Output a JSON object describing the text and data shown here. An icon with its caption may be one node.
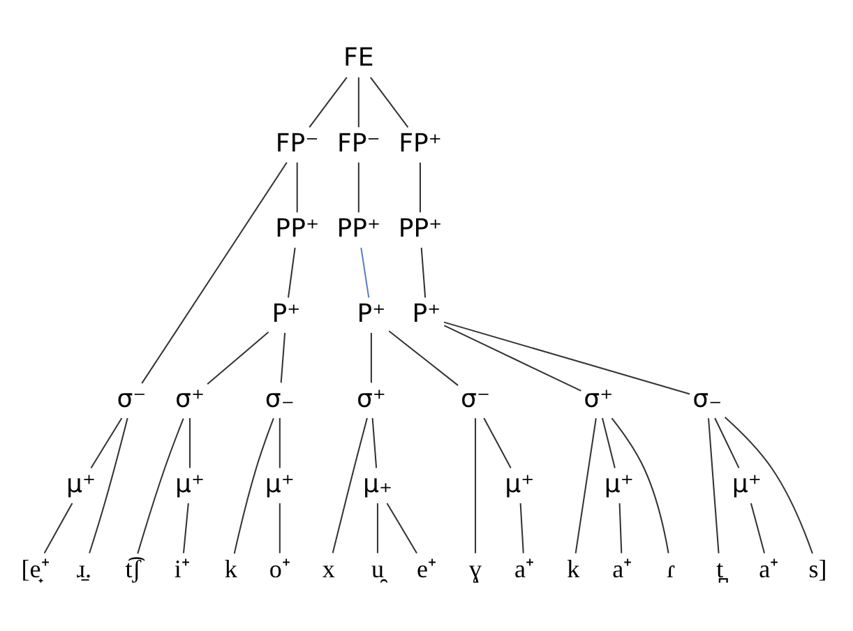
{
  "diagram": {
    "nodes": [
      {
        "text": [
          "FE"
        ]
      },
      {
        "text": [
          "FP⁻"
        ]
      },
      {
        "text": [
          "FP⁻"
        ]
      },
      {
        "text": [
          "FP⁺"
        ]
      },
      {
        "text": [
          "PP⁺"
        ]
      },
      {
        "text": [
          "PP⁺"
        ]
      },
      {
        "text": [
          "PP⁺"
        ]
      },
      {
        "text": [
          "P⁺"
        ]
      },
      {
        "text": [
          "P⁺"
        ]
      },
      {
        "text": [
          "P⁺"
        ]
      },
      {
        "text": [
          "σ⁻"
        ]
      },
      {
        "text": [
          "σ⁺"
        ]
      },
      {
        "text": [
          "σ₋"
        ]
      },
      {
        "text": [
          "σ⁺"
        ]
      },
      {
        "text": [
          "σ⁻"
        ]
      },
      {
        "text": [
          "σ⁺"
        ]
      },
      {
        "text": [
          "σ₋"
        ]
      },
      {
        "text": [
          "μ⁺"
        ]
      },
      {
        "text": [
          "μ⁺"
        ]
      },
      {
        "text": [
          "μ⁺"
        ]
      },
      {
        "text": [
          "μ₊"
        ]
      },
      {
        "text": [
          "μ⁺"
        ]
      },
      {
        "text": [
          "μ⁺"
        ]
      },
      {
        "text": [
          "μ⁺"
        ]
      },
      {
        "text": [
          "[e̟⁺"
        ]
      },
      {
        "text": [
          "ɹ̠."
        ]
      },
      {
        "text": [
          "t͡ʃ"
        ]
      },
      {
        "text": [
          "i⁺"
        ]
      },
      {
        "text": [
          "k"
        ]
      },
      {
        "text": [
          "o⁺"
        ]
      },
      {
        "text": [
          "x"
        ]
      },
      {
        "text": [
          "u̯"
        ]
      },
      {
        "text": [
          "e⁺"
        ]
      },
      {
        "text": [
          "ɣ"
        ]
      },
      {
        "text": [
          "a⁺"
        ]
      },
      {
        "text": [
          "k"
        ]
      },
      {
        "text": [
          "a⁺"
        ]
      },
      {
        "text": [
          "ɾ"
        ]
      },
      {
        "text": [
          "t̪"
        ]
      },
      {
        "text": [
          "a⁺"
        ]
      },
      {
        "text": [
          "s]"
        ]
      }
    ],
    "edges": [
      {
        "from": 0,
        "to": 1,
        "arrow": "none"
      },
      {
        "from": 0,
        "to": 2,
        "arrow": "none"
      },
      {
        "from": 0,
        "to": 3,
        "arrow": "none"
      },
      {
        "from": 1,
        "to": 10,
        "arrow": "none"
      },
      {
        "from": 1,
        "to": 4,
        "arrow": "none"
      },
      {
        "from": 4,
        "to": 7,
        "arrow": "none"
      },
      {
        "from": 7,
        "to": 11,
        "arrow": "none"
      },
      {
        "from": 7,
        "to": 12,
        "arrow": "none"
      },
      {
        "from": 2,
        "to": 5,
        "arrow": "none"
      },
      {
        "from": 5,
        "to": 8,
        "arrow": "none",
        "color": "#5b7fbf"
      },
      {
        "from": 8,
        "to": 13,
        "arrow": "none"
      },
      {
        "from": 8,
        "to": 14,
        "arrow": "none"
      },
      {
        "from": 3,
        "to": 6,
        "arrow": "none"
      },
      {
        "from": 6,
        "to": 9,
        "arrow": "none"
      },
      {
        "from": 9,
        "to": 15,
        "arrow": "none"
      },
      {
        "from": 9,
        "to": 16,
        "arrow": "none"
      },
      {
        "from": 10,
        "to": 17,
        "arrow": "none"
      },
      {
        "from": 10,
        "to": 25,
        "arrow": "none"
      },
      {
        "from": 17,
        "to": 24,
        "arrow": "none"
      },
      {
        "from": 11,
        "to": 26,
        "arrow": "none"
      },
      {
        "from": 11,
        "to": 18,
        "arrow": "none"
      },
      {
        "from": 18,
        "to": 27,
        "arrow": "none"
      },
      {
        "from": 12,
        "to": 28,
        "arrow": "none"
      },
      {
        "from": 12,
        "to": 19,
        "arrow": "none"
      },
      {
        "from": 19,
        "to": 29,
        "arrow": "none"
      },
      {
        "from": 13,
        "to": 30,
        "arrow": "none"
      },
      {
        "from": 13,
        "to": 20,
        "arrow": "none"
      },
      {
        "from": 20,
        "to": 31,
        "arrow": "none"
      },
      {
        "from": 20,
        "to": 32,
        "arrow": "none"
      },
      {
        "from": 14,
        "to": 33,
        "arrow": "none"
      },
      {
        "from": 14,
        "to": 21,
        "arrow": "none"
      },
      {
        "from": 21,
        "to": 34,
        "arrow": "none"
      },
      {
        "from": 15,
        "to": 35,
        "arrow": "none"
      },
      {
        "from": 15,
        "to": 22,
        "arrow": "none"
      },
      {
        "from": 15,
        "to": 37,
        "arrow": "none"
      },
      {
        "from": 22,
        "to": 36,
        "arrow": "none"
      },
      {
        "from": 16,
        "to": 38,
        "arrow": "none"
      },
      {
        "from": 16,
        "to": 23,
        "arrow": "none"
      },
      {
        "from": 16,
        "to": 40,
        "arrow": "none"
      },
      {
        "from": 23,
        "to": 39,
        "arrow": "none"
      }
    ]
  }
}
